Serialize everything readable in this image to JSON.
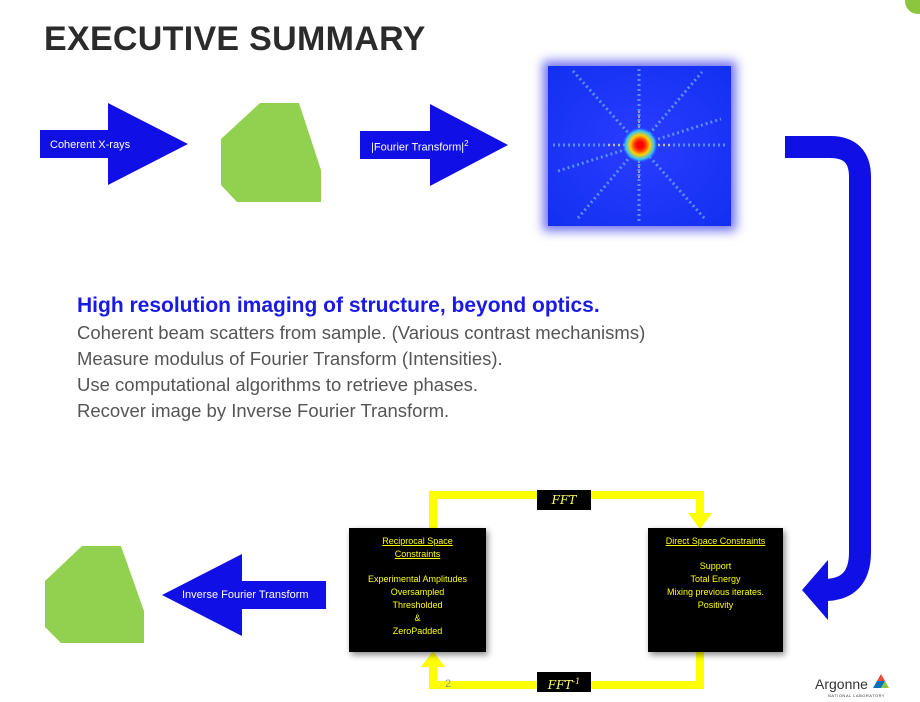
{
  "title": "EXECUTIVE SUMMARY",
  "arrows": {
    "coherent": "Coherent X-rays",
    "fourier": "|Fourier Transform|",
    "fourier_sup": "2",
    "inverse": "Inverse Fourier Transform"
  },
  "summary": {
    "headline": "High resolution imaging of structure, beyond optics.",
    "lines": [
      "Coherent beam scatters from sample. (Various contrast mechanisms)",
      "Measure modulus of Fourier Transform (Intensities).",
      "Use computational algorithms to retrieve phases.",
      "Recover image by Inverse Fourier Transform."
    ]
  },
  "reciprocal_box": {
    "heading1": "Reciprocal Space",
    "heading2": "Constraints",
    "items": [
      "Experimental Amplitudes",
      "Oversampled",
      "Thresholded",
      "&",
      "ZeroPadded"
    ]
  },
  "direct_box": {
    "heading": "Direct Space Constraints",
    "items": [
      "Support",
      "Total Energy",
      "Mixing previous iterates.",
      "Positivity"
    ]
  },
  "loop": {
    "fft": "FFT",
    "ifft": "FFT",
    "ifft_sup": "-1"
  },
  "page_number": "2",
  "logo": {
    "name": "Argonne",
    "sub": "NATIONAL LABORATORY"
  },
  "colors": {
    "arrow_blue": "#1010e6",
    "shape_green": "#92d050",
    "loop_yellow": "#ffff00",
    "headline_blue": "#1a1ae6"
  }
}
